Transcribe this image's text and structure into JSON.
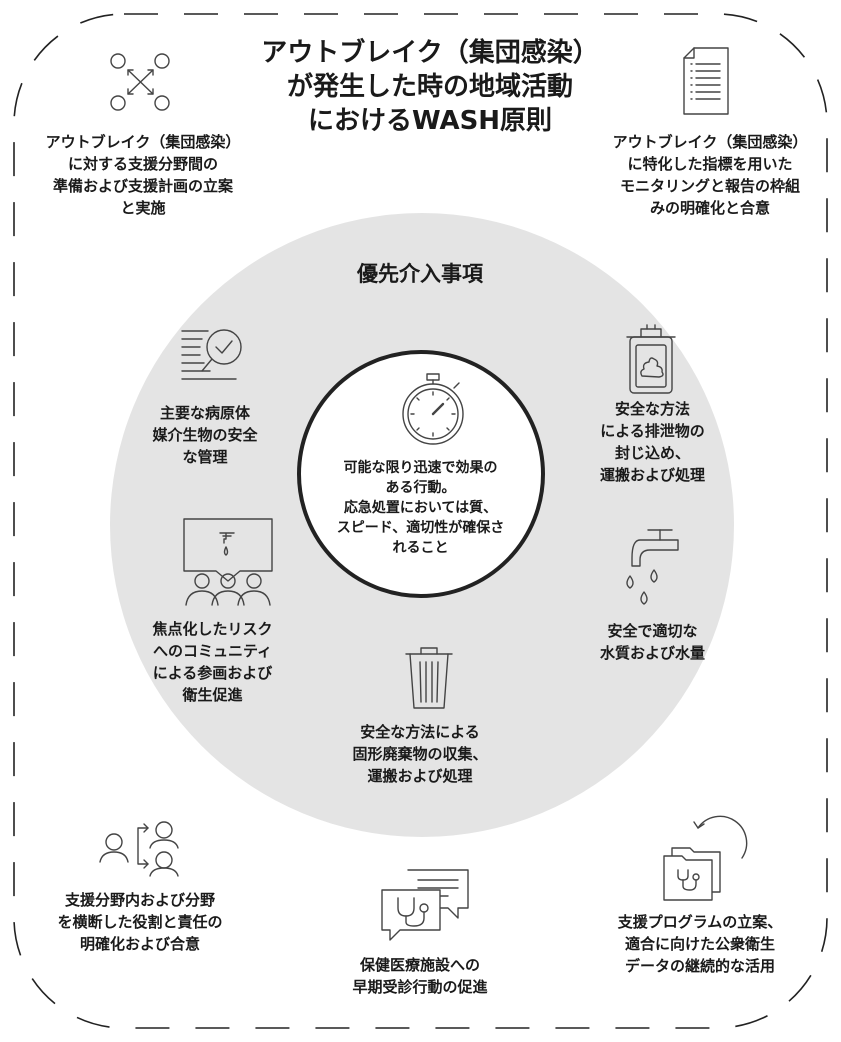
{
  "title": "アウトブレイク（集団感染）\nが発生した時の地域活動\nにおけるWASH原則",
  "outer": {
    "top_left": "アウトブレイク（集団感染）\nに対する支援分野間の\n準備および支援計画の立案\nと実施",
    "top_right": "アウトブレイク（集団感染）\nに特化した指標を用いた\nモニタリングと報告の枠組\nみの明確化と合意",
    "bottom_left": "支援分野内および分野\nを横断した役割と責任の\n明確化および合意",
    "bottom_center": "保健医療施設への\n早期受診行動の促進",
    "bottom_right": "支援プログラムの立案、\n適合に向けた公衆衛生\nデータの継続的な活用"
  },
  "priority": {
    "heading": "優先介入事項",
    "center": "可能な限り迅速で効果の\nある行動。\n応急処置においては質、\nスピード、適切性が確保さ\nれること",
    "vector": "主要な病原体\n媒介生物の安全\nな管理",
    "excreta": "安全な方法\nによる排泄物の\n封じ込め、\n運搬および処理",
    "community": "焦点化したリスク\nへのコミュニティ\nによる参画および\n衛生促進",
    "water": "安全で適切な\n水質および水量",
    "solid_waste": "安全な方法による\n固形廃棄物の収集、\n運搬および処理"
  }
}
